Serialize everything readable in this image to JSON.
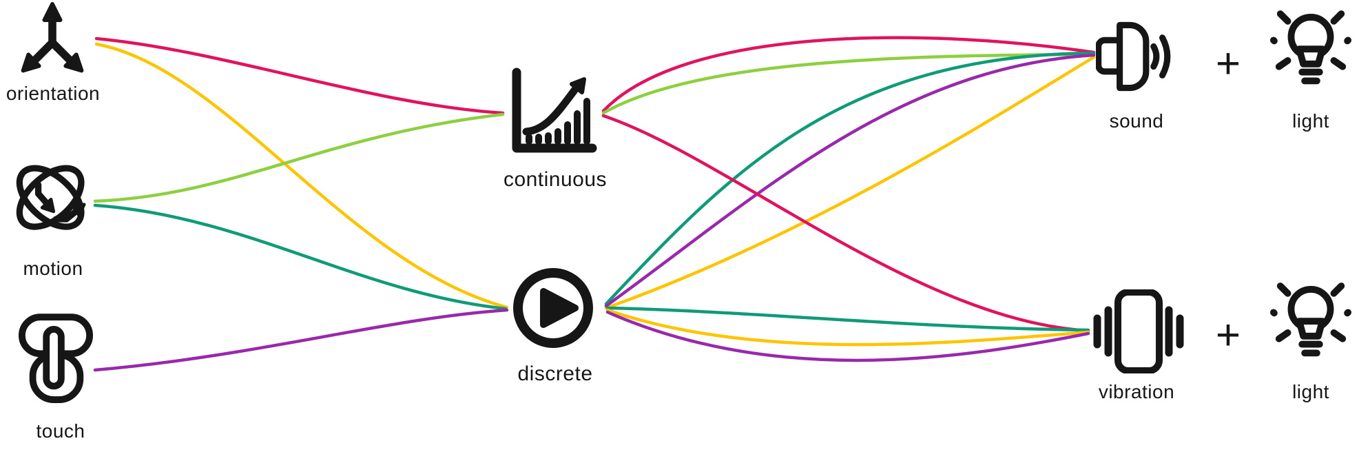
{
  "diagram": {
    "colors": {
      "ink": "#161616",
      "pink": "#e0135e",
      "yellow": "#fdc402",
      "green": "#8ecf3f",
      "teal": "#0f9b78",
      "purple": "#9a28ac"
    },
    "inputs": [
      {
        "id": "orientation",
        "label": "orientation"
      },
      {
        "id": "motion",
        "label": "motion"
      },
      {
        "id": "touch",
        "label": "touch"
      }
    ],
    "mappings": [
      {
        "id": "continuous",
        "label": "continuous"
      },
      {
        "id": "discrete",
        "label": "discrete"
      }
    ],
    "outputs": [
      {
        "id": "sound",
        "label": "sound",
        "plus": "+",
        "secondary_label": "light"
      },
      {
        "id": "vibration",
        "label": "vibration",
        "plus": "+",
        "secondary_label": "light"
      }
    ],
    "edges": [
      {
        "from": "orientation",
        "to": "continuous",
        "color": "pink"
      },
      {
        "from": "orientation",
        "to": "discrete",
        "color": "yellow"
      },
      {
        "from": "motion",
        "to": "continuous",
        "color": "green"
      },
      {
        "from": "motion",
        "to": "discrete",
        "color": "teal"
      },
      {
        "from": "touch",
        "to": "discrete",
        "color": "purple"
      },
      {
        "from": "continuous",
        "to": "sound",
        "color": "pink"
      },
      {
        "from": "continuous",
        "to": "sound",
        "color": "green"
      },
      {
        "from": "continuous",
        "to": "vibration",
        "color": "pink"
      },
      {
        "from": "discrete",
        "to": "sound",
        "color": "teal"
      },
      {
        "from": "discrete",
        "to": "sound",
        "color": "yellow"
      },
      {
        "from": "discrete",
        "to": "sound",
        "color": "purple"
      },
      {
        "from": "discrete",
        "to": "vibration",
        "color": "teal"
      },
      {
        "from": "discrete",
        "to": "vibration",
        "color": "yellow"
      },
      {
        "from": "discrete",
        "to": "vibration",
        "color": "purple"
      }
    ]
  }
}
